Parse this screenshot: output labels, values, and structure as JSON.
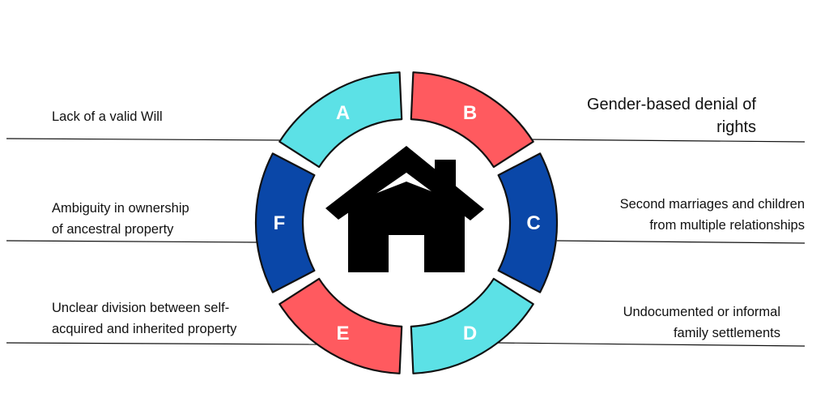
{
  "diagram": {
    "colors": {
      "cyan": "#5CE1E6",
      "red": "#FF5A5F",
      "blue": "#0A47A8",
      "outline": "#111111",
      "house": "#000000"
    },
    "center_icon": "house-icon",
    "segments": [
      {
        "letter": "A",
        "color": "cyan"
      },
      {
        "letter": "B",
        "color": "red"
      },
      {
        "letter": "C",
        "color": "blue"
      },
      {
        "letter": "D",
        "color": "cyan"
      },
      {
        "letter": "E",
        "color": "red"
      },
      {
        "letter": "F",
        "color": "blue"
      }
    ],
    "labels": {
      "a": {
        "lines": [
          "Lack of a valid Will"
        ]
      },
      "b": {
        "lines": [
          "Gender-based denial of",
          "rights"
        ]
      },
      "c": {
        "lines": [
          "Second marriages and children",
          "from multiple relationships"
        ]
      },
      "d": {
        "lines": [
          "Undocumented or informal",
          "family settlements"
        ]
      },
      "e": {
        "lines": [
          "Unclear division between self-",
          "acquired and inherited property"
        ]
      },
      "f": {
        "lines": [
          "Ambiguity in ownership",
          "of ancestral property"
        ]
      }
    }
  }
}
